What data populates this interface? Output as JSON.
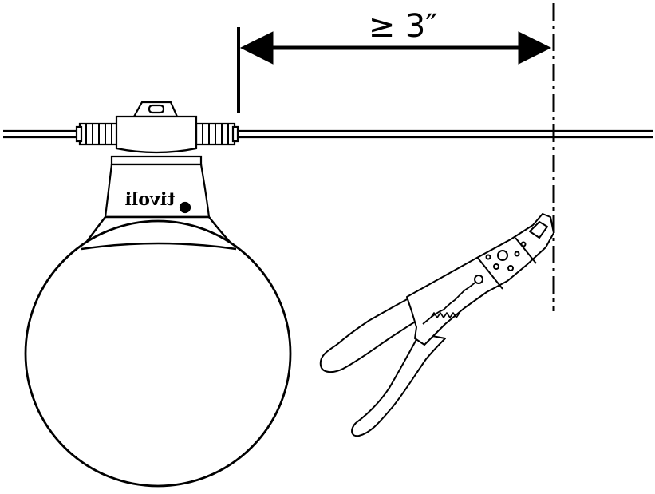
{
  "diagram": {
    "dimension_label": "≥ 3″",
    "brand_label": "tivoli",
    "stroke_color": "#000000",
    "fill_color": "#ffffff",
    "components": {
      "bulb": "globe-bulb",
      "socket": "lamp-socket",
      "wire": "string-light-wire",
      "tool": "wire-cutter-pliers",
      "cut_line": "cut-line"
    }
  }
}
